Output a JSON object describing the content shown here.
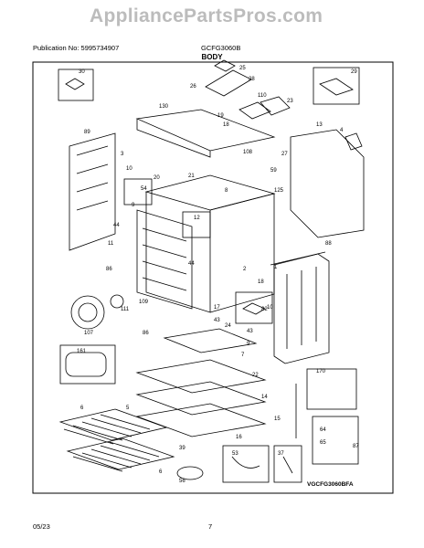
{
  "header": {
    "watermark": "AppliancePartsPros.com",
    "publication": "Publication No: 5995734907",
    "model": "GCFG3060B",
    "section_title": "BODY"
  },
  "footer": {
    "date": "05/23",
    "page": "7",
    "diagram_code": "VGCFG3060BFA"
  },
  "callouts": [
    "30",
    "25",
    "28",
    "29",
    "26",
    "110",
    "23",
    "130",
    "19",
    "18",
    "89",
    "3",
    "13",
    "4",
    "108",
    "59",
    "27",
    "10",
    "20",
    "21",
    "8",
    "125",
    "54",
    "9",
    "12",
    "44",
    "11",
    "44",
    "1",
    "88",
    "86",
    "2",
    "109",
    "18",
    "17",
    "10",
    "82",
    "111",
    "107",
    "43",
    "86",
    "24",
    "9",
    "43",
    "161",
    "7",
    "22",
    "14",
    "170",
    "5",
    "6",
    "15",
    "16",
    "64",
    "65",
    "87",
    "39",
    "53",
    "37",
    "6",
    "56"
  ]
}
